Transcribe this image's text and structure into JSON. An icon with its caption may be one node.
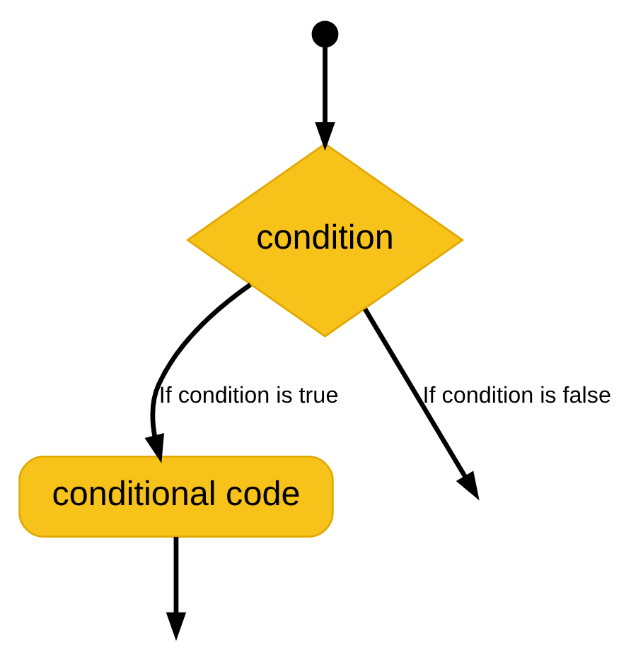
{
  "diagram": {
    "nodes": [
      {
        "text": [],
        "shape": "circle"
      },
      {
        "text": [
          "condition"
        ]
      },
      {
        "text": [
          "conditional code"
        ]
      }
    ],
    "edges": [
      {
        "from": 0,
        "to": 1,
        "arrow": "to"
      },
      {
        "from": 1,
        "to": 2,
        "arrow": "to",
        "label": "If condition is true"
      },
      {
        "from": 1,
        "to": null,
        "arrow": "to",
        "label": "If condition is false"
      },
      {
        "from": 2,
        "to": null,
        "arrow": "to"
      }
    ]
  }
}
